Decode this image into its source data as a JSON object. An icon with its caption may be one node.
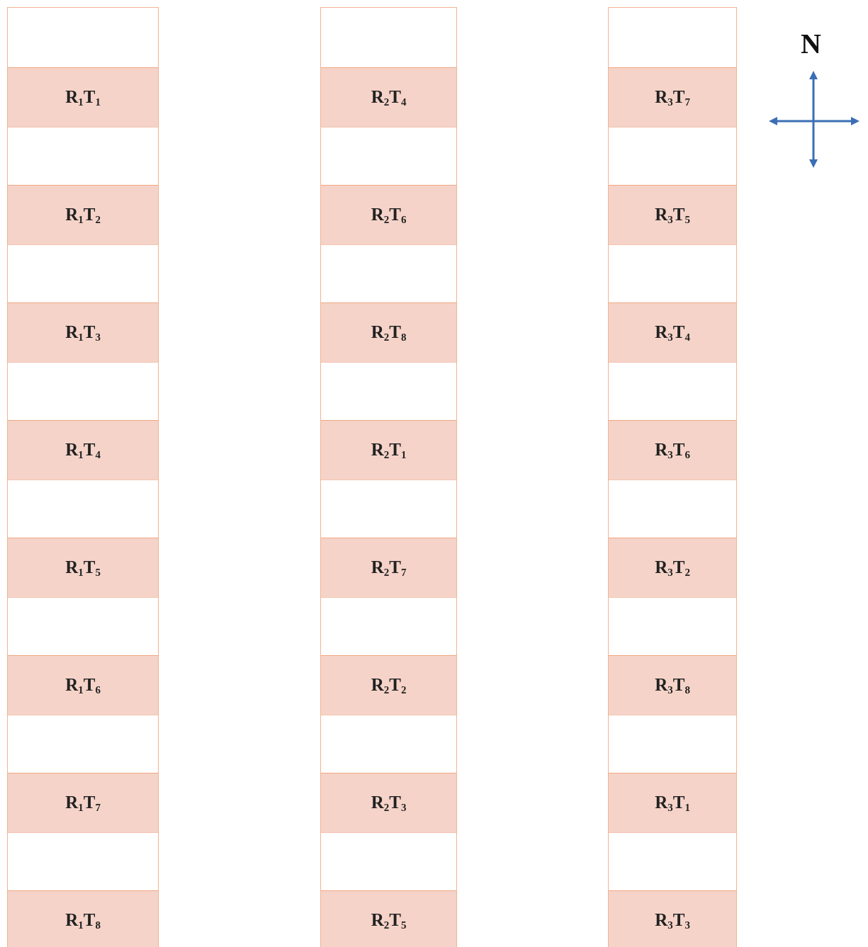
{
  "diagram": {
    "nodes": [
      {
        "text": [],
        "shape": "box"
      },
      {
        "text": [
          "R$_{1}$T$_{1}$"
        ],
        "in": 0
      },
      {
        "text": [
          "R$_{1}$T$_{2}$"
        ],
        "in": 0
      },
      {
        "text": [
          "R$_{1}$T$_{3}$"
        ],
        "in": 0
      },
      {
        "text": [
          "R$_{1}$T$_{4}$"
        ],
        "in": 0
      },
      {
        "text": [
          "R$_{1}$T$_{5}$"
        ],
        "in": 0
      },
      {
        "text": [
          "R$_{1}$T$_{6}$"
        ],
        "in": 0
      },
      {
        "text": [
          "R$_{1}$T$_{7}$"
        ],
        "in": 0
      },
      {
        "text": [
          "R$_{1}$T$_{8}$"
        ],
        "in": 0
      },
      {
        "text": [],
        "shape": "box"
      },
      {
        "text": [
          "R$_{2}$T$_{4}$"
        ],
        "in": 9
      },
      {
        "text": [
          "R$_{2}$T$_{6}$"
        ],
        "in": 9
      },
      {
        "text": [
          "R$_{2}$T$_{8}$"
        ],
        "in": 9
      },
      {
        "text": [
          "R$_{2}$T$_{1}$"
        ],
        "in": 9
      },
      {
        "text": [
          "R$_{2}$T$_{7}$"
        ],
        "in": 9
      },
      {
        "text": [
          "R$_{2}$T$_{2}$"
        ],
        "in": 9
      },
      {
        "text": [
          "R$_{2}$T$_{3}$"
        ],
        "in": 9
      },
      {
        "text": [
          "R$_{2}$T$_{5}$"
        ],
        "in": 9
      },
      {
        "text": [],
        "shape": "box"
      },
      {
        "text": [
          "R$_{3}$T$_{7}$"
        ],
        "in": 18
      },
      {
        "text": [
          "R$_{3}$T$_{5}$"
        ],
        "in": 18
      },
      {
        "text": [
          "R$_{3}$T$_{4}$"
        ],
        "in": 18
      },
      {
        "text": [
          "R$_{3}$T$_{6}$"
        ],
        "in": 18
      },
      {
        "text": [
          "R$_{3}$T$_{2}$"
        ],
        "in": 18
      },
      {
        "text": [
          "R$_{3}$T$_{8}$"
        ],
        "in": 18
      },
      {
        "text": [
          "R$_{3}$T$_{1}$"
        ],
        "in": 18
      },
      {
        "text": [
          "R$_{3}$T$_{3}$"
        ],
        "in": 18
      }
    ],
    "labels": [
      "N"
    ]
  }
}
